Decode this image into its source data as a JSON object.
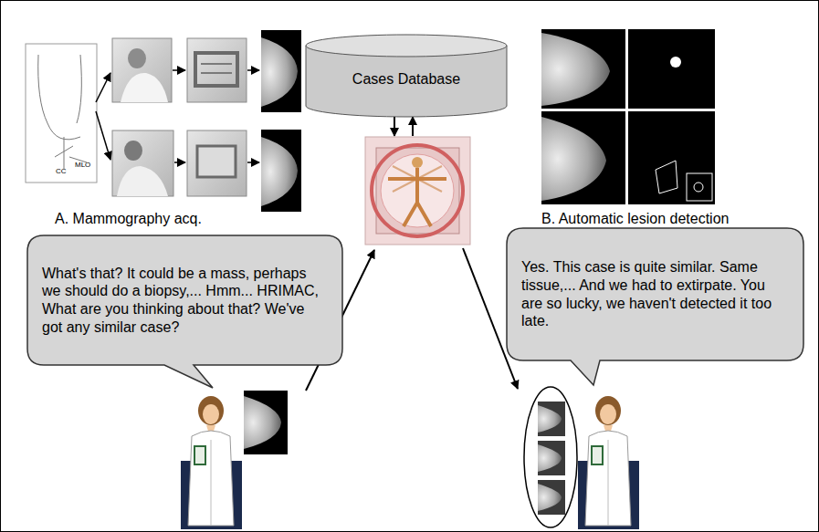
{
  "diagram": {
    "nodes": [
      {
        "text": [
          "Cases Database"
        ]
      },
      {
        "text": [
          "What's that? It could be a mass, perhaps we should do a biopsy,... Hmm... HRIMAC, What are you thinking about that? We've got any similar case?"
        ]
      },
      {
        "text": [
          "Yes. This case is quite similar. Same tissue,... And we had to extirpate. You are so lucky, we haven't detected it too late."
        ]
      }
    ],
    "labels": [
      "CC",
      "MLO",
      "A. Mammography acq.",
      "B. Automatic lesion detection"
    ]
  }
}
